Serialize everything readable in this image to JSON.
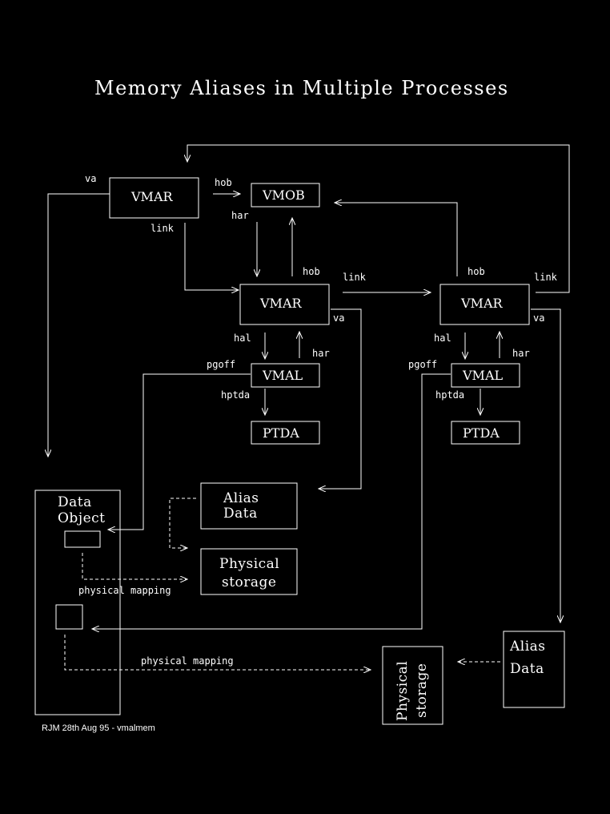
{
  "title": "Memory Aliases in Multiple Processes",
  "credit": "RJM 28th Aug 95 - vmalmem",
  "nodes": {
    "vmar_top": "VMAR",
    "vmob": "VMOB",
    "vmar_mid": "VMAR",
    "vmar_right": "VMAR",
    "vmal_mid": "VMAL",
    "vmal_right": "VMAL",
    "ptda_mid": "PTDA",
    "ptda_right": "PTDA",
    "data_object": [
      "Data",
      "Object"
    ],
    "alias_data_mid": [
      "Alias",
      "Data"
    ],
    "physical_storage_mid": [
      "Physical",
      "storage"
    ],
    "alias_data_right": [
      "Alias",
      "Data"
    ],
    "physical_storage_right": [
      "Physical",
      "storage"
    ]
  },
  "edges": {
    "va": "va",
    "hob": "hob",
    "link": "link",
    "har": "har",
    "hal": "hal",
    "pgoff": "pgoff",
    "hptda": "hptda",
    "physical_mapping": "physical mapping"
  }
}
